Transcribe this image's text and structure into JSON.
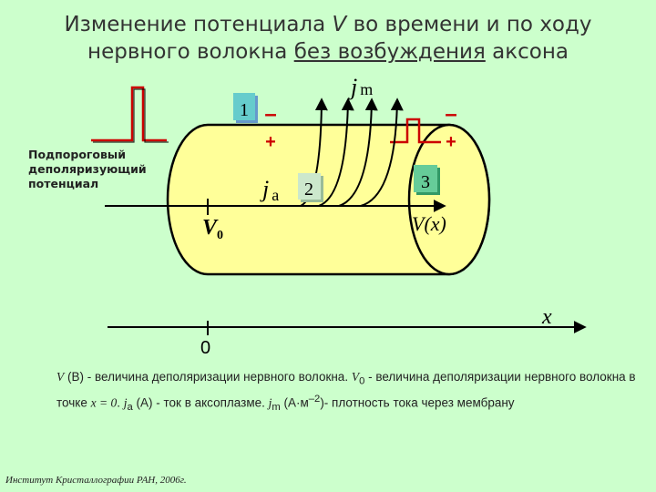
{
  "title": {
    "line1_pre": "Изменение потенциала ",
    "line1_var": "V",
    "line1_post": " во времени и по ходу",
    "line2_pre": "нервного волокна ",
    "line2_underlined": "без возбуждения",
    "line2_post": " аксона"
  },
  "side_label": "Подпороговый деполяризующий потенциал",
  "diagram": {
    "jm_label": "j",
    "jm_sub": "m",
    "ja_label": "j",
    "ja_sub": "a",
    "box_1": "1",
    "box_2": "2",
    "box_3": "3",
    "minus_sign": "–",
    "plus_sign": "+",
    "v0_label": "V",
    "v0_sub": "0",
    "vx_label": "V(x)",
    "x_label": "x",
    "origin_label": "0",
    "colors": {
      "background": "#ccffcc",
      "cylinder": "#ffff99",
      "box_1": "#66cccc",
      "box_2": "#cce8cc",
      "box_3": "#66cc99",
      "pulse_line": "#cc0000",
      "plus_minus": "#cc0000"
    }
  },
  "caption": {
    "v": "V",
    "t1": " (В) - величина деполяризации нервного волокна. ",
    "v0": "V",
    "v0_sub": "0",
    "t2": " - величина деполяризации нервного волокна в точке ",
    "xeq": "x = 0",
    "t3": ". ",
    "ja": "j",
    "ja_sub": "a",
    "t4": " (А) - ток в аксоплазме. ",
    "jm": "j",
    "jm_sub": "m",
    "t5": " (А·м",
    "t5_sup": "–2",
    "t6": ")- плотность тока через мембрану"
  },
  "footer": "Институт Кристаллографии РАН, 2006г."
}
